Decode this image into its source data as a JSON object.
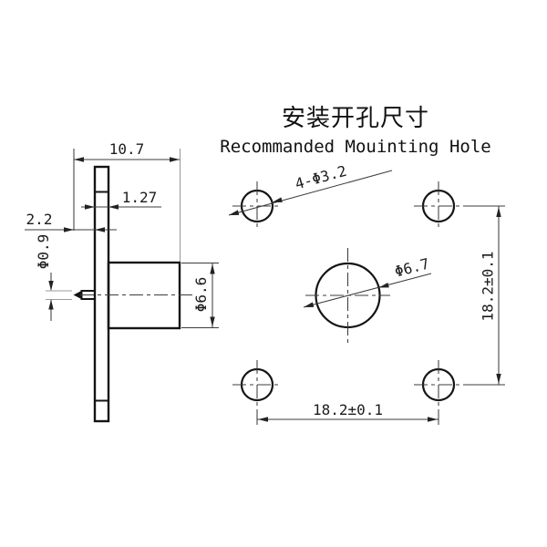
{
  "title": {
    "zh": "安装开孔尺寸",
    "en": "Recommanded Mouinting Hole"
  },
  "side_view": {
    "total_length": "10.7",
    "flange_thickness": "1.27",
    "pin_protrusion": "2.2",
    "pin_diameter": "Φ0.9",
    "body_diameter": "Φ6.6"
  },
  "hole_view": {
    "corner_holes": "4-Φ3.2",
    "center_hole": "Φ6.7",
    "hole_spacing_horizontal": "18.2±0.1",
    "hole_spacing_vertical": "18.2±0.1"
  },
  "colors": {
    "outline": "#141414",
    "dimension": "#3c3c3c",
    "extension_gray": "#9b9b9b",
    "background": "#ffffff"
  }
}
